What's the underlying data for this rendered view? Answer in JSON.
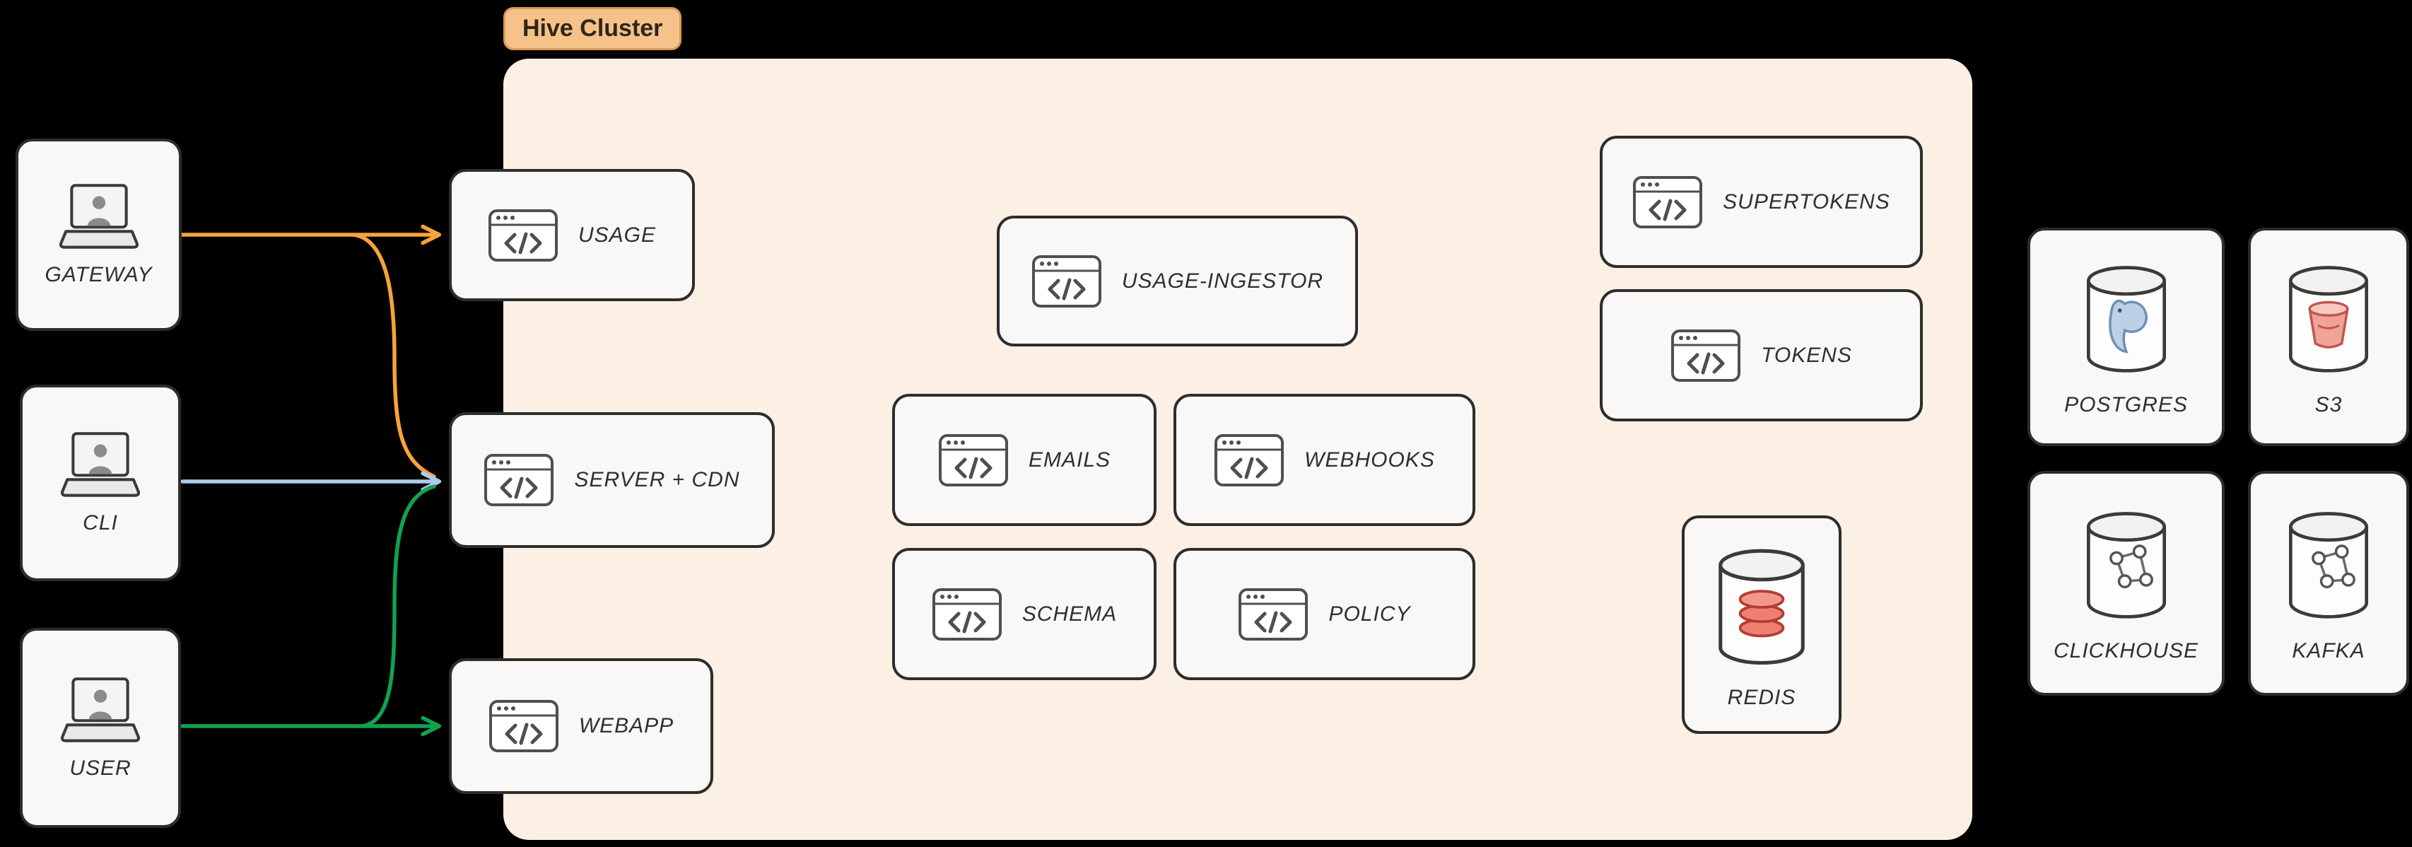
{
  "diagram": {
    "cluster_label": "Hive Cluster"
  },
  "clients": [
    {
      "id": "gateway",
      "label": "GATEWAY"
    },
    {
      "id": "cli",
      "label": "CLI"
    },
    {
      "id": "user",
      "label": "USER"
    }
  ],
  "services": [
    {
      "id": "usage",
      "label": "USAGE"
    },
    {
      "id": "server-cdn",
      "label": "SERVER + CDN"
    },
    {
      "id": "webapp",
      "label": "WEBAPP"
    },
    {
      "id": "usage-ingestor",
      "label": "USAGE-INGESTOR"
    },
    {
      "id": "emails",
      "label": "EMAILS"
    },
    {
      "id": "webhooks",
      "label": "WEBHOOKS"
    },
    {
      "id": "schema",
      "label": "SCHEMA"
    },
    {
      "id": "policy",
      "label": "POLICY"
    },
    {
      "id": "supertokens",
      "label": "SUPERTOKENS"
    },
    {
      "id": "tokens",
      "label": "TOKENS"
    },
    {
      "id": "redis",
      "label": "REDIS"
    }
  ],
  "datastores": [
    {
      "id": "postgres",
      "label": "POSTGRES"
    },
    {
      "id": "s3",
      "label": "S3"
    },
    {
      "id": "clickhouse",
      "label": "CLICKHOUSE"
    },
    {
      "id": "kafka",
      "label": "KAFKA"
    }
  ],
  "colors": {
    "canvas_bg": "#000000",
    "cluster_bg": "#fcefe3",
    "cluster_tag_bg": "#f6c289",
    "cluster_tag_border": "#d99a55",
    "cluster_tag_text": "#30261a",
    "node_bg": "#f9f8f6",
    "node_border": "#2d2d2d",
    "label_color": "#2f2f2f",
    "icon_stroke": "#4f4f4f",
    "arrow_gateway": "#f7a23b",
    "arrow_cli": "#aecbeb",
    "arrow_user": "#12a150",
    "postgres_blue": "#bcd1e6",
    "s3_red": "#f0a396",
    "redis_red": "#ee7f72"
  }
}
